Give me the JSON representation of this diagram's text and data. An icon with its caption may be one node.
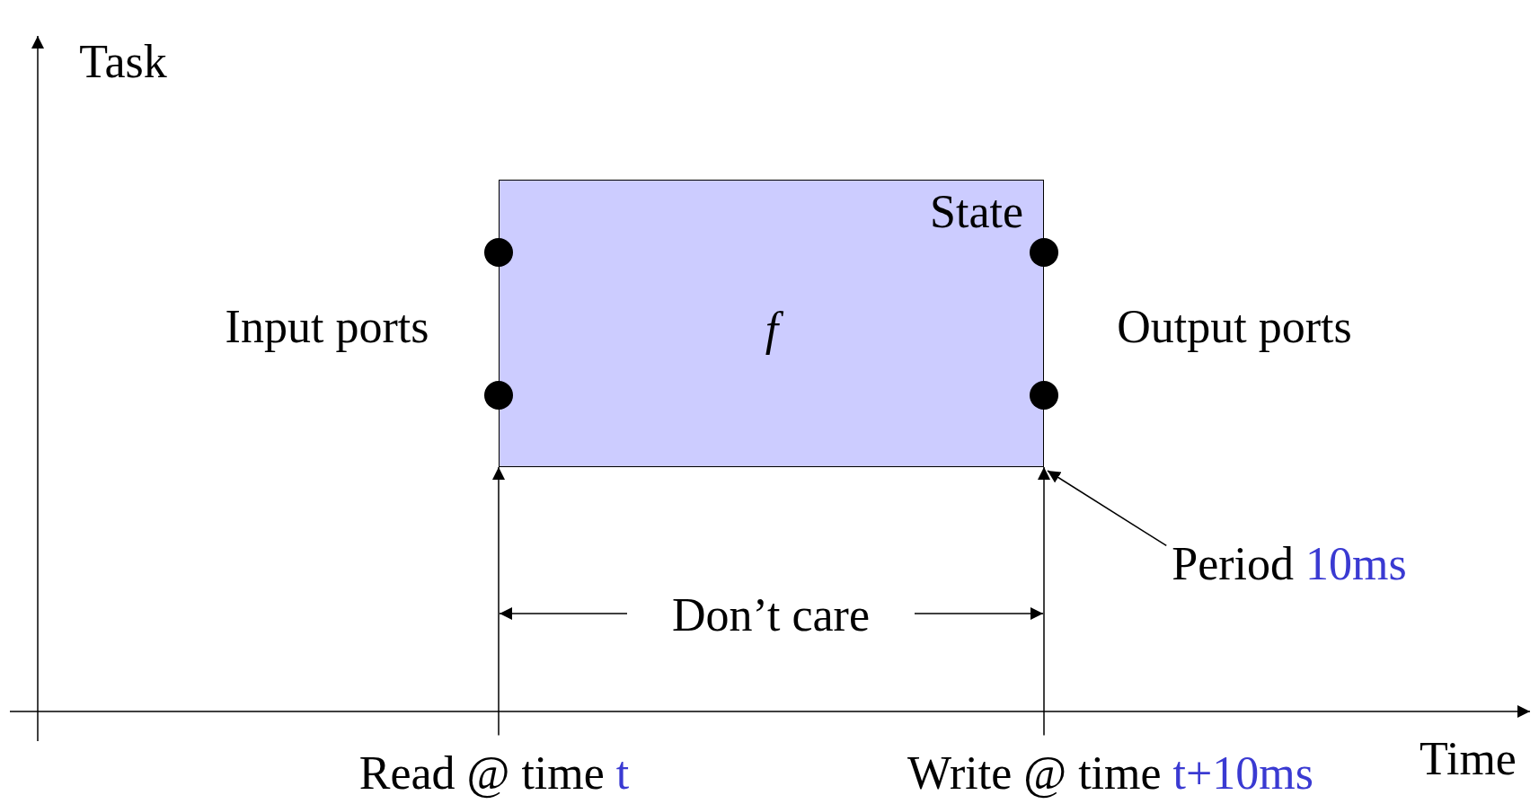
{
  "diagram": {
    "nodes": [
      {
        "text": [
          "State",
          "f"
        ]
      },
      {
        "text": [],
        "shape": "circle"
      },
      {
        "text": [],
        "shape": "circle"
      },
      {
        "text": [],
        "shape": "circle"
      },
      {
        "text": [],
        "shape": "circle"
      },
      {
        "text": [
          "Read @ time",
          "t"
        ]
      },
      {
        "text": [
          "Write @ time",
          "t+10ms"
        ]
      },
      {
        "text": [
          "Period",
          "10ms"
        ]
      }
    ],
    "edges": [
      {
        "from": 5,
        "to": 0,
        "arrow": "to"
      },
      {
        "from": 6,
        "to": 0,
        "arrow": "to"
      },
      {
        "from": 7,
        "to": 0,
        "arrow": "to"
      }
    ],
    "labels": [
      "Task",
      "Input ports",
      "Output ports",
      "Don’t care",
      "Time"
    ]
  }
}
